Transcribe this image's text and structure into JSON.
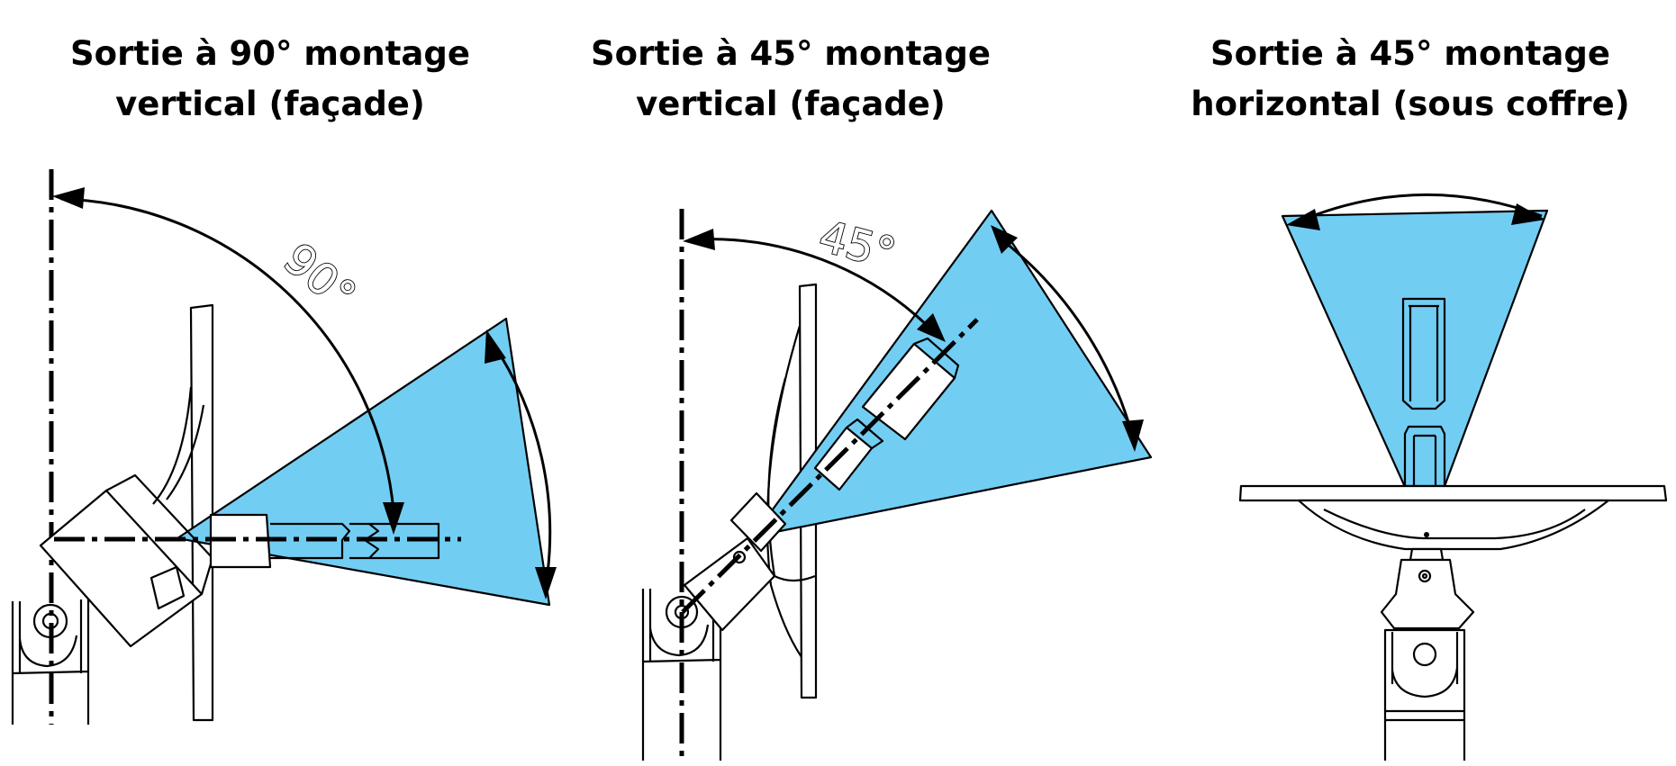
{
  "panels": [
    {
      "title_line1": "Sortie à 90° montage",
      "title_line2": "vertical (façade)",
      "angle_label": "90°"
    },
    {
      "title_line1": "Sortie à 45° montage",
      "title_line2": "vertical (façade)",
      "angle_label": "45°"
    },
    {
      "title_line1": "Sortie à 45° montage",
      "title_line2": "horizontal (sous coffre)"
    }
  ],
  "colors": {
    "cone_fill": "#72cdf3",
    "line": "#000000",
    "background": "#ffffff"
  }
}
